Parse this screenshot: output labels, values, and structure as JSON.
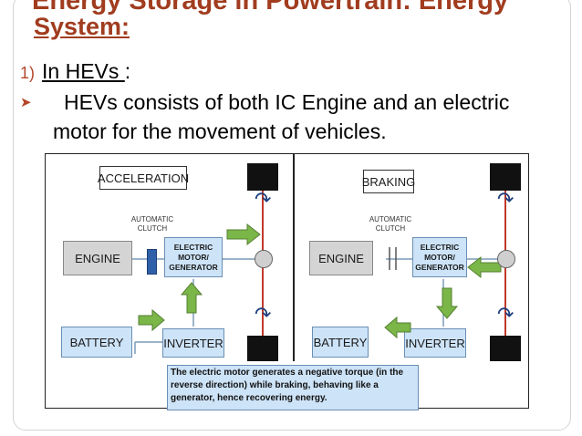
{
  "slide": {
    "title_top_partial": "Energy Storage in Powertrain: Energy",
    "title": "System:",
    "number": "1)",
    "heading": "In HEVs ",
    "heading_suffix": ":",
    "bullet": "HEVs consists of both IC Engine and an electric motor for the movement of vehicles."
  },
  "diagram": {
    "accel_panel": {
      "mode_label": "ACCELERATION",
      "clutch_label": "AUTOMATIC CLUTCH",
      "engine": "ENGINE",
      "motor": "ELECTRIC MOTOR/ GENERATOR",
      "battery": "BATTERY",
      "inverter": "INVERTER"
    },
    "brake_panel": {
      "mode_label": "BRAKING",
      "clutch_label": "AUTOMATIC CLUTCH",
      "engine": "ENGINE",
      "motor": "ELECTRIC MOTOR/ GENERATOR",
      "battery": "BATTERY",
      "inverter": "INVERTER"
    },
    "caption": "The electric motor generates a negative torque (in the reverse direction) while braking, behaving like a generator, hence recovering energy."
  },
  "colors": {
    "title": "#a13c1f",
    "bullet_marker": "#b5462a",
    "arrow_green": "#7ab648",
    "box_blue": "#cde3f7",
    "box_grey": "#d4d4d4",
    "axle_red": "#c0392b"
  },
  "icons": {
    "bullet": "arrow-right-bullet-icon",
    "wheel": "wheel-icon",
    "rotation": "rotation-arrow-icon",
    "energy_flow": "green-arrow-icon"
  }
}
